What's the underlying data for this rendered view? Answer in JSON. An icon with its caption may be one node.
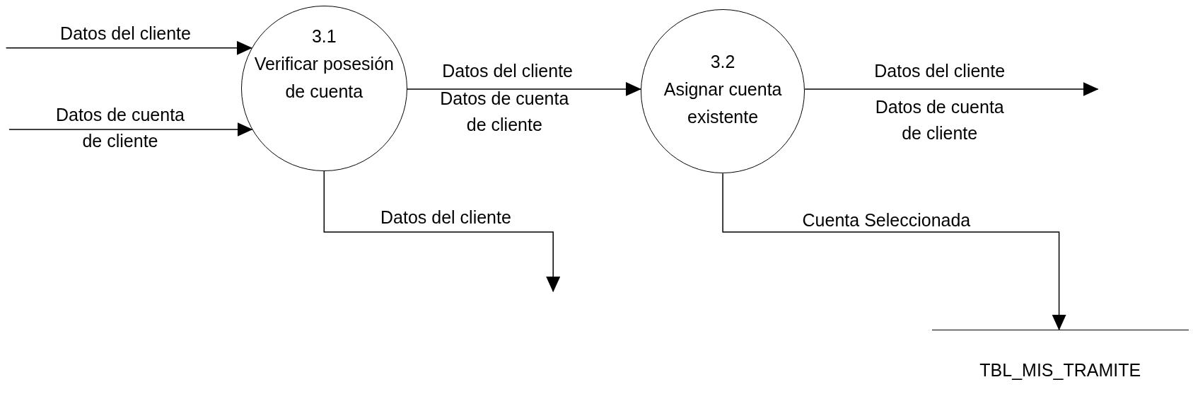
{
  "diagram": {
    "nodes": [
      {
        "text": [
          "3.1",
          "Verificar posesión de cuenta"
        ]
      },
      {
        "text": [
          "3.2",
          "Asignar cuenta existente"
        ]
      },
      {
        "text": [
          "TBL_MIS_TRAMITE"
        ]
      }
    ],
    "edges": [
      {
        "from": null,
        "to": 0,
        "arrow": "to",
        "label": "Datos del cliente"
      },
      {
        "from": null,
        "to": 0,
        "arrow": "to",
        "label": "Datos de cuenta de cliente"
      },
      {
        "from": 0,
        "to": 1,
        "arrow": "to",
        "label": "Datos del cliente"
      },
      {
        "from": 1,
        "to": null,
        "arrow": "to",
        "label": "Datos del cliente"
      },
      {
        "from": 0,
        "to": null,
        "arrow": "to",
        "label": "Datos del cliente"
      },
      {
        "from": 1,
        "to": 2,
        "arrow": "to",
        "label": "Cuenta Seleccionada"
      }
    ],
    "labels": [
      "Datos de cuenta de cliente",
      "Datos de cuenta de cliente"
    ]
  }
}
